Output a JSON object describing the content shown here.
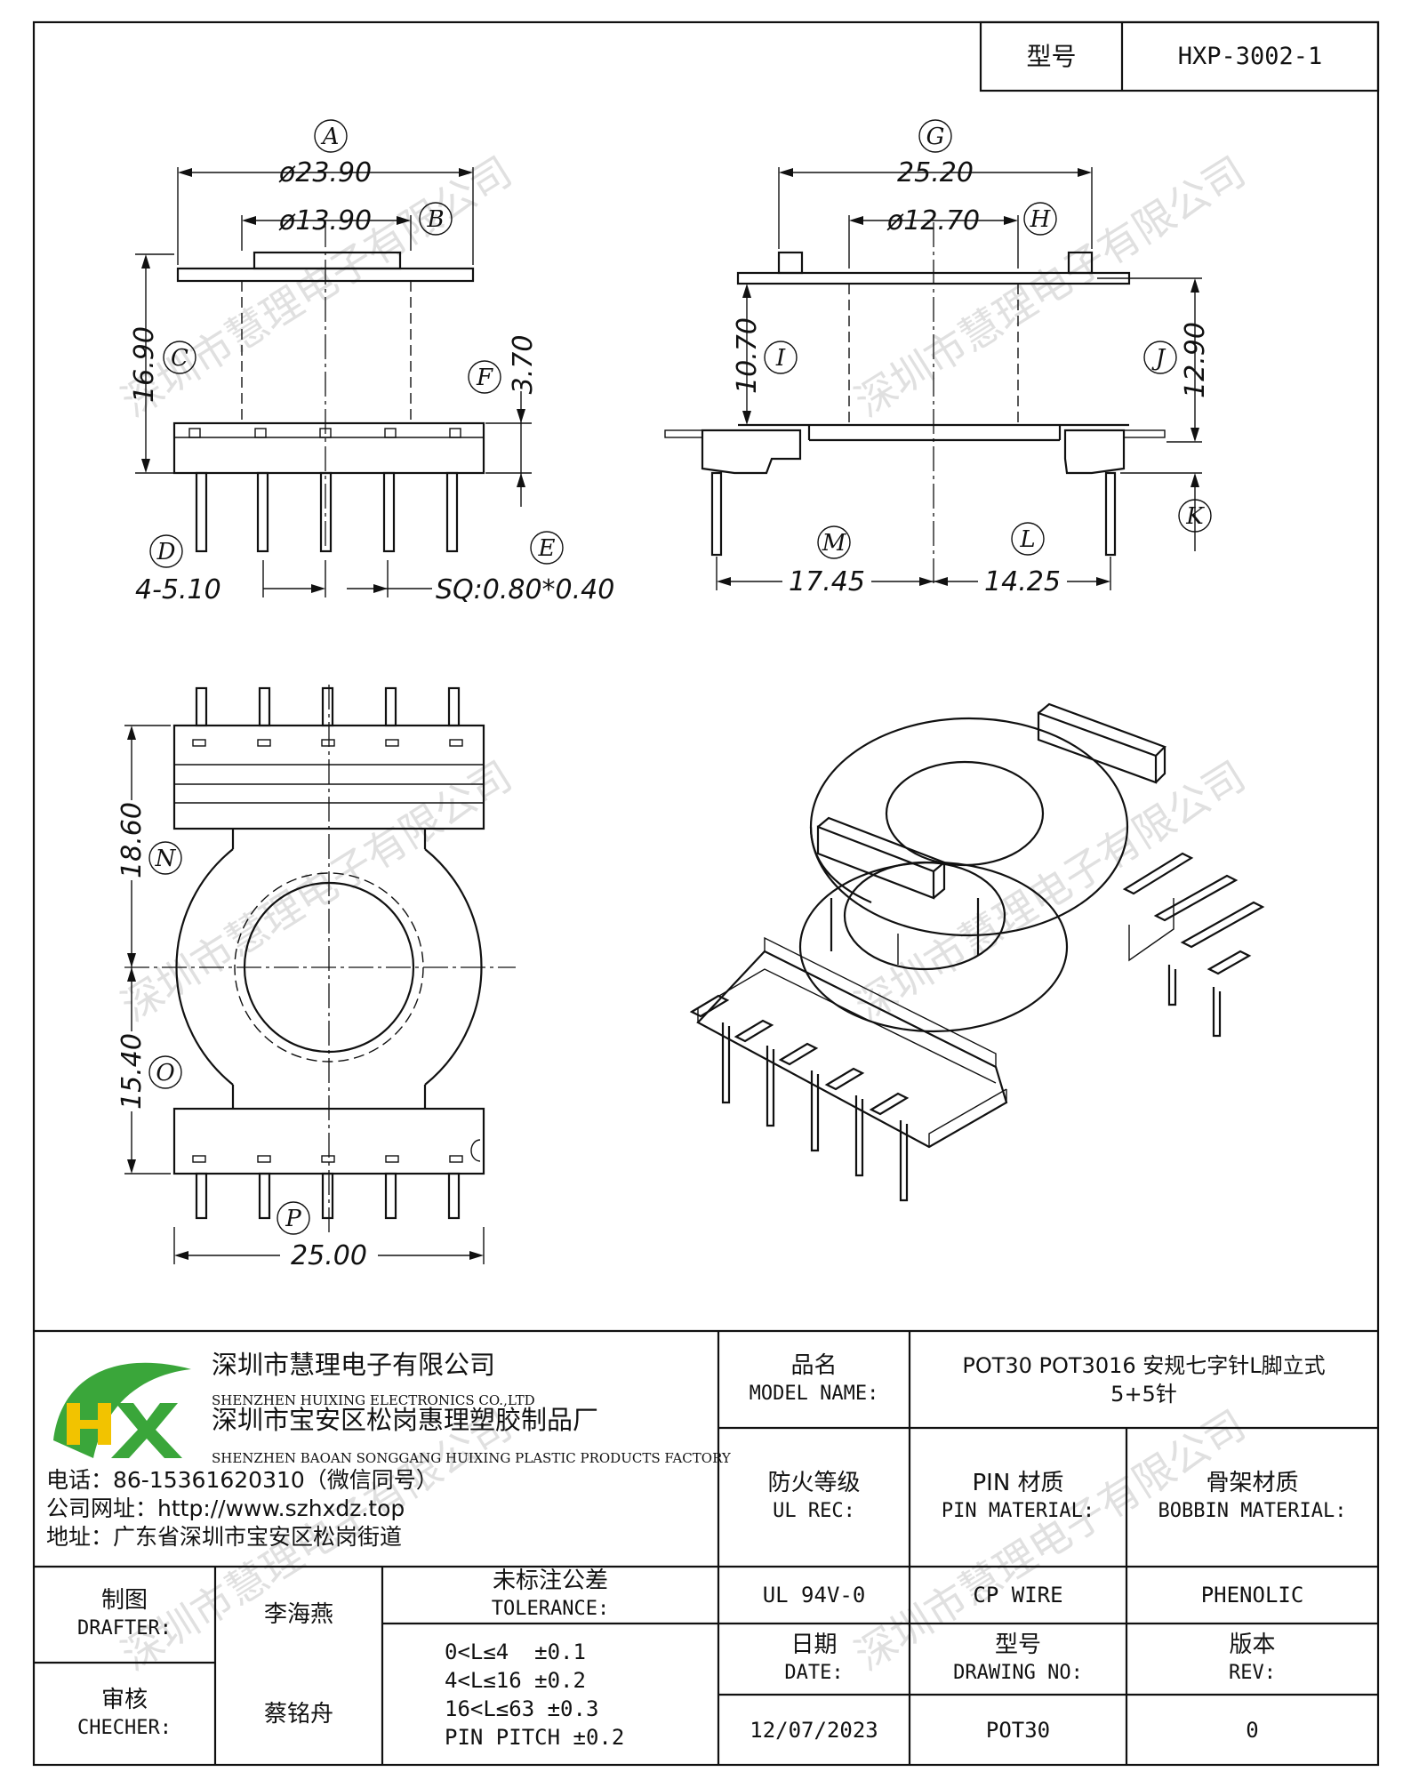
{
  "header": {
    "model_label": "型号",
    "model_value": "HXP-3002-1"
  },
  "dimensions": {
    "A": "A",
    "B": "B",
    "C": "C",
    "D": "D",
    "E": "E",
    "F": "F",
    "G": "G",
    "H": "H",
    "I": "I",
    "J": "J",
    "K": "K",
    "L": "L",
    "M": "M",
    "N": "N",
    "O": "O",
    "P": "P",
    "a_val": "ø23.90",
    "b_val": "ø13.90",
    "c_val": "16.90",
    "f_val": "3.70",
    "d_val": "4-5.10",
    "e_val": "SQ:0.80*0.40",
    "g_val": "25.20",
    "h_val": "ø12.70",
    "i_val": "10.70",
    "j_val": "12.90",
    "m_val": "17.45",
    "l_val": "14.25",
    "n_val": "18.60",
    "o_val": "15.40",
    "p_val": "25.00"
  },
  "watermark": "深圳市慧理电子有限公司",
  "company": {
    "name_cn": "深圳市慧理电子有限公司",
    "name_en": "SHENZHEN HUIXING ELECTRONICS CO.,LTD",
    "factory_cn": "深圳市宝安区松岗惠理塑胶制品厂",
    "factory_en": "SHENZHEN BAOAN SONGGANG HUIXING PLASTIC PRODUCTS FACTORY",
    "phone": "电话：86-15361620310（微信同号）",
    "web": "公司网址：http://www.szhxdz.top",
    "address": "地址：广东省深圳市宝安区松岗街道",
    "logo_text": "HX"
  },
  "title_block": {
    "model_name_cn": "品名",
    "model_name_en": "MODEL NAME:",
    "model_name_value_1": "POT30 POT3016 安规七字针L脚立式",
    "model_name_value_2": "5+5针",
    "ul_cn": "防火等级",
    "ul_en": "UL REC:",
    "pin_cn": "PIN 材质",
    "pin_en": "PIN MATERIAL:",
    "bobbin_cn": "骨架材质",
    "bobbin_en": "BOBBIN MATERIAL:",
    "ul_value": "UL 94V-0",
    "pin_value": "CP WIRE",
    "bobbin_value": "PHENOLIC",
    "drafter_cn": "制图",
    "drafter_en": "DRAFTER:",
    "drafter_value": "李海燕",
    "checker_cn": "审核",
    "checker_en": "CHECHER:",
    "checker_value": "蔡铭舟",
    "tol_cn": "未标注公差",
    "tol_en": "TOLERANCE:",
    "tol_1": "0<L≤4  ±0.1",
    "tol_2": "4<L≤16 ±0.2",
    "tol_3": "16<L≤63 ±0.3",
    "tol_4": "PIN PITCH ±0.2",
    "date_cn": "日期",
    "date_en": "DATE:",
    "date_value": "12/07/2023",
    "drawing_cn": "型号",
    "drawing_en": "DRAWING NO:",
    "drawing_value": "POT30",
    "rev_cn": "版本",
    "rev_en": "REV:",
    "rev_value": "0"
  },
  "colors": {
    "logo_green": "#3aa63a",
    "logo_yellow": "#f2c300",
    "logo_blue": "#2a5fb0",
    "ink": "#111111"
  }
}
